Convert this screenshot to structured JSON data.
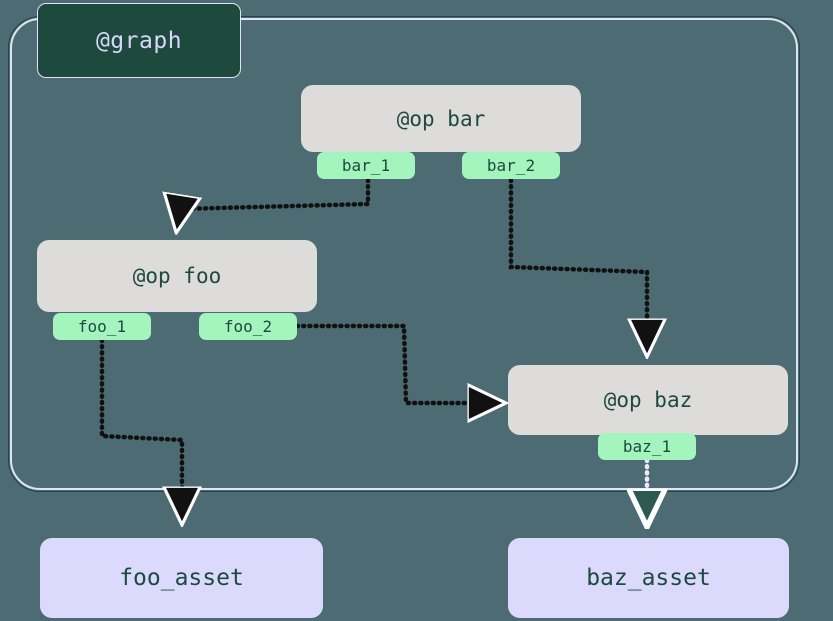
{
  "diagram": {
    "title": "@graph",
    "background_color": "#4c6b72",
    "container": {
      "label": "@graph",
      "border_color": "#e2e0fb",
      "inner_border_color": "#1d4a3e"
    },
    "colors": {
      "op_fill": "#dedbdb",
      "op_text": "#1d4a3e",
      "port_fill": "#a4f5bd",
      "port_text": "#1d4a3e",
      "asset_fill": "#dcdafc",
      "asset_text": "#1d4a3e",
      "graph_label_fill": "#1e4a3e",
      "graph_label_text": "#d9d7fb",
      "edge_inside": "#111111",
      "edge_outside_crossing": "#ffffff"
    },
    "ops": [
      {
        "id": "bar",
        "label": "@op bar",
        "ports": [
          {
            "id": "bar_1",
            "label": "bar_1"
          },
          {
            "id": "bar_2",
            "label": "bar_2"
          }
        ]
      },
      {
        "id": "foo",
        "label": "@op foo",
        "ports": [
          {
            "id": "foo_1",
            "label": "foo_1"
          },
          {
            "id": "foo_2",
            "label": "foo_2"
          }
        ]
      },
      {
        "id": "baz",
        "label": "@op baz",
        "ports": [
          {
            "id": "baz_1",
            "label": "baz_1"
          }
        ]
      }
    ],
    "assets": [
      {
        "id": "foo_asset",
        "label": "foo_asset"
      },
      {
        "id": "baz_asset",
        "label": "baz_asset"
      }
    ],
    "edges": [
      {
        "from": "bar_1",
        "to": "foo",
        "style": "dotted",
        "arrow": "solid"
      },
      {
        "from": "bar_2",
        "to": "baz",
        "style": "dotted",
        "arrow": "solid"
      },
      {
        "from": "foo_2",
        "to": "baz",
        "style": "dotted",
        "arrow": "solid"
      },
      {
        "from": "foo_1",
        "to": "foo_asset",
        "style": "dotted",
        "arrow": "solid"
      },
      {
        "from": "baz_1",
        "to": "baz_asset",
        "style": "dotted",
        "arrow": "hollow"
      }
    ]
  }
}
